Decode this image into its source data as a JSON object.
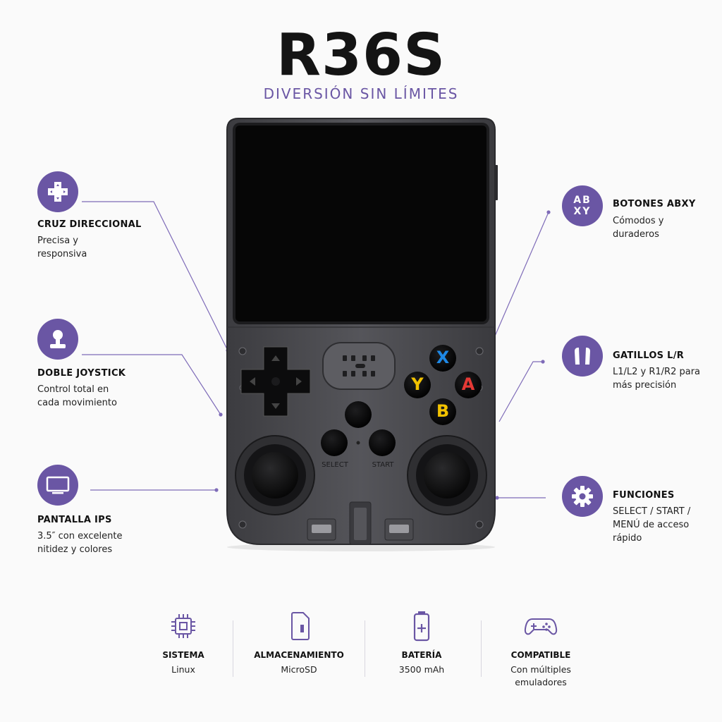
{
  "header": {
    "title": "R36S",
    "subtitle": "DIVERSIÓN SIN LÍMITES"
  },
  "features_left": [
    {
      "title": "CRUZ DIRECCIONAL",
      "desc": "Precisa y\nresponsiva",
      "icon": "dpad-icon"
    },
    {
      "title": "DOBLE JOYSTICK",
      "desc": "Control total en\ncada movimiento",
      "icon": "joystick-icon"
    },
    {
      "title": "PANTALLA IPS",
      "desc": "3.5″ con excelente\nnitidez y colores",
      "icon": "monitor-icon"
    }
  ],
  "features_right": [
    {
      "title": "BOTONES ABXY",
      "desc": "Cómodos y\nduraderos",
      "icon": "abxy-icon",
      "icon_text_top": "AB",
      "icon_text_bottom": "XY"
    },
    {
      "title": "GATILLOS L/R",
      "desc": "L1/L2 y R1/R2 para\nmás precisión",
      "icon": "triggers-icon"
    },
    {
      "title": "FUNCIONES",
      "desc": "SELECT / START /\nMENÚ de acceso\nrápido",
      "icon": "gear-icon"
    }
  ],
  "device": {
    "buttons": {
      "x": "X",
      "y": "Y",
      "a": "A",
      "b": "B"
    },
    "labels": {
      "select": "SELECT",
      "start": "START"
    }
  },
  "specs": [
    {
      "title": "SISTEMA",
      "value": "Linux",
      "icon": "chip-icon"
    },
    {
      "title": "ALMACENAMIENTO",
      "value": "MicroSD",
      "icon": "sdcard-icon"
    },
    {
      "title": "BATERÍA",
      "value": "3500 mAh",
      "icon": "battery-icon"
    },
    {
      "title": "COMPATIBLE",
      "value": "Con múltiples\nemuladores",
      "icon": "gamepad-icon"
    }
  ],
  "colors": {
    "accent": "#6a56a4",
    "btn_x": "#1e88e5",
    "btn_y": "#f2c200",
    "btn_a": "#e53935",
    "btn_b": "#f2c200",
    "device_body": "#4a4a4e"
  }
}
